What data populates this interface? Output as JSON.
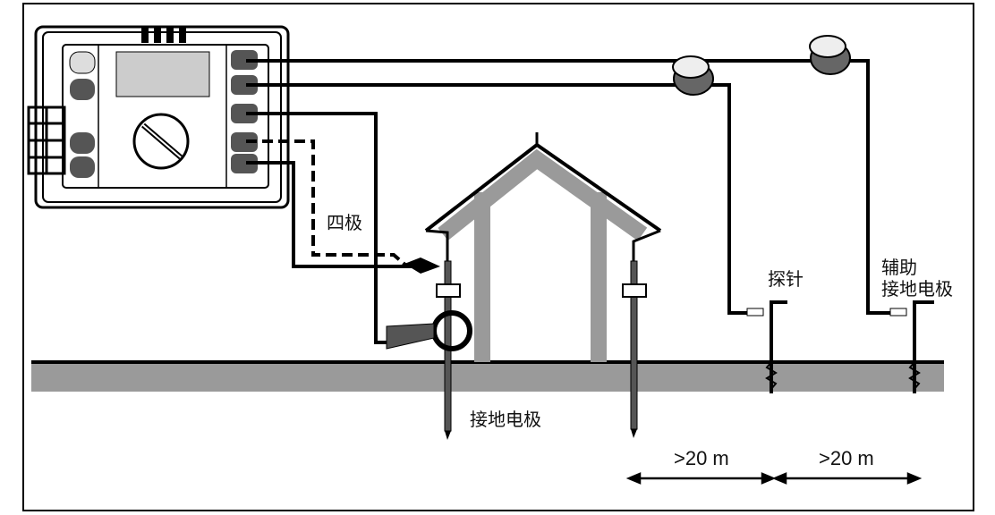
{
  "labels": {
    "four_pole": "四极",
    "earth_electrode": "接地电极",
    "probe": "探针",
    "aux_line1": "辅助",
    "aux_line2": "接地电极",
    "dist1": ">20 m",
    "dist2": ">20 m"
  },
  "colors": {
    "ground": "#9a9a9a",
    "wire": "#000000",
    "terminal": "#555555"
  }
}
